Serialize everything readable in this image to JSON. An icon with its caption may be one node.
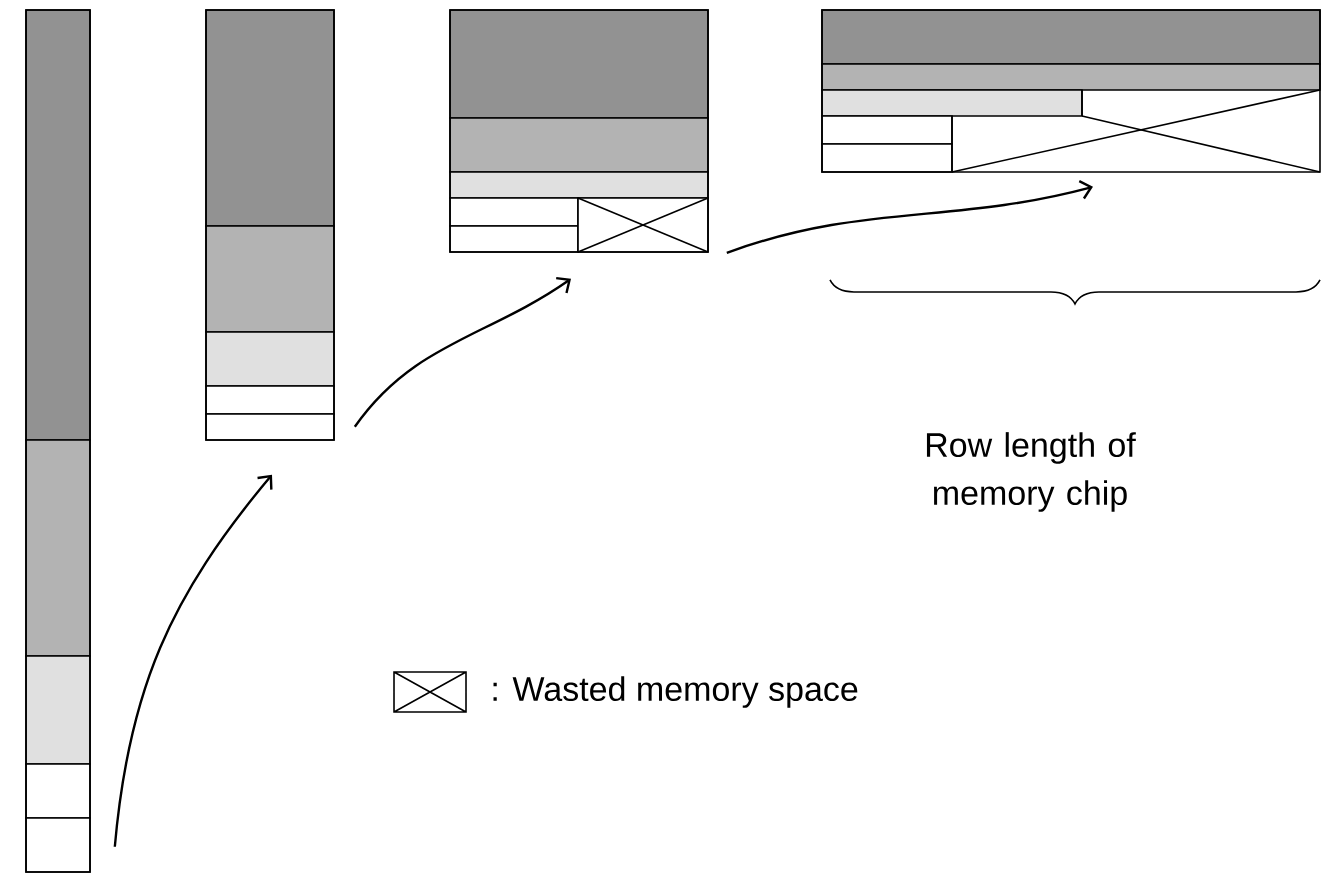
{
  "diagram": {
    "nodes": [
      {
        "text": [],
        "shape": "box"
      },
      {
        "text": [],
        "shape": "box"
      },
      {
        "text": [],
        "shape": "box"
      },
      {
        "text": [],
        "shape": "box"
      }
    ],
    "edges": [
      {
        "from": 0,
        "to": 1,
        "arrow": "to"
      },
      {
        "from": 1,
        "to": 2,
        "arrow": "to"
      },
      {
        "from": 2,
        "to": 3,
        "arrow": "to"
      }
    ],
    "labels": [
      "Row length of memory chip"
    ],
    "legend": [
      {
        "text": ": Wasted memory space"
      }
    ]
  }
}
